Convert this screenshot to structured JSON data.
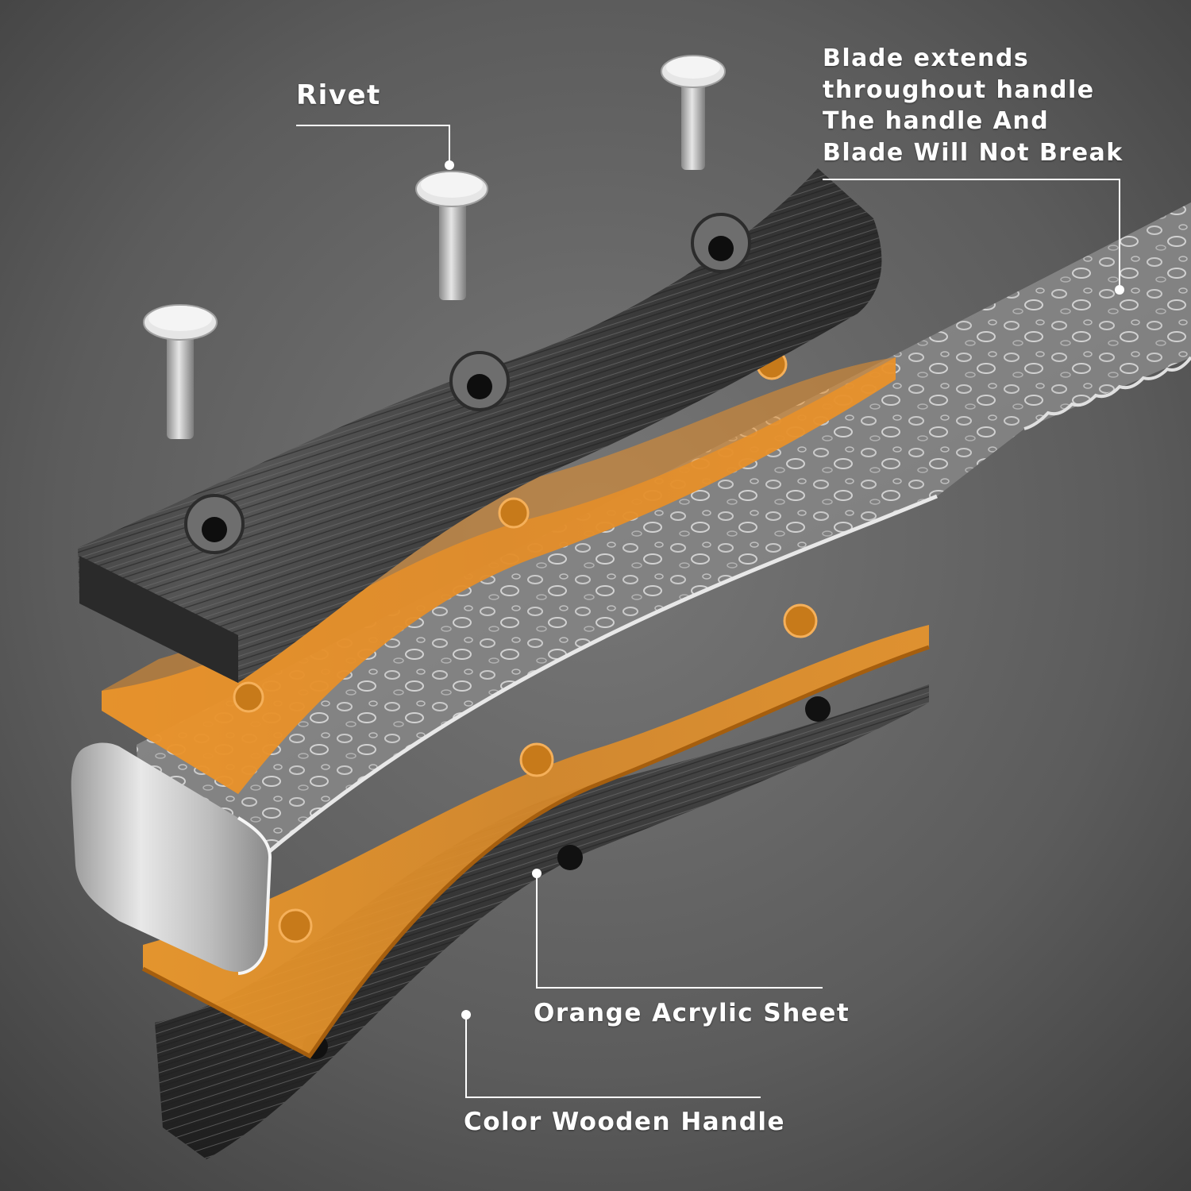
{
  "labels": {
    "rivet": "Rivet",
    "blade_lines": [
      "Blade extends",
      "throughout handle",
      "The handle And",
      "Blade Will Not Break"
    ],
    "acrylic": "Orange Acrylic Sheet",
    "wood": "Color Wooden Handle"
  },
  "colors": {
    "background": "#5a5a5a",
    "wood": "#3d3d3d",
    "acrylic": "#e08a1e",
    "steel": "#c8c8c8",
    "callout": "#ffffff"
  }
}
